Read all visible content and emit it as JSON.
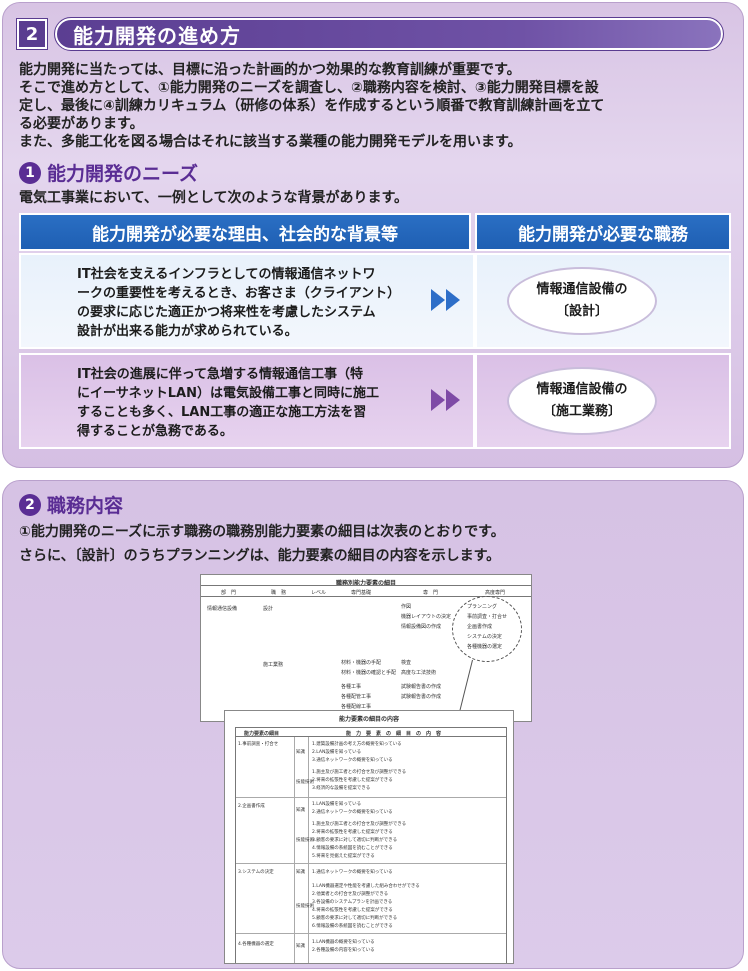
{
  "section": {
    "number": "2",
    "title": "能力開発の進め方",
    "intro": [
      "能力開発に当たっては、目標に沿った計画的かつ効果的な教育訓練が重要です。",
      "そこで進め方として、①能力開発のニーズを調査し、②職務内容を検討、③能力開発目標を設",
      "定し、最後に④訓練カリキュラム（研修の体系）を作成するという順番で教育訓練計画を立て",
      "る必要があります。",
      "また、多能工化を図る場合はそれに該当する業種の能力開発モデルを用います。"
    ]
  },
  "needs": {
    "number": "1",
    "title": "能力開発のニーズ",
    "description": "電気工事業において、一例として次のような背景があります。",
    "header_left": "能力開発が必要な理由、社会的な背景等",
    "header_right": "能力開発が必要な職務",
    "rows": [
      {
        "lines": [
          "IT社会を支えるインフラとしての情報通信ネットワ",
          "ークの重要性を考えるとき、お客さま（クライアント）",
          "の要求に応じた適正かつ将来性を考慮したシステム",
          "設計が出来る能力が求められている。"
        ],
        "job_line1": "情報通信設備の",
        "job_line2": "〔設計〕"
      },
      {
        "lines": [
          "IT社会の進展に伴って急増する情報通信工事（特",
          "にイーサネットLAN）は電気設備工事と同時に施工",
          "することも多く、LAN工事の適正な施工方法を習",
          "得することが急務である。"
        ],
        "job_line1": "情報通信設備の",
        "job_line2": "〔施工業務〕"
      }
    ]
  },
  "duties": {
    "number": "2",
    "title": "職務内容",
    "line1": "①能力開発のニーズに示す職務の職務別能力要素の細目は次表のとおりです。",
    "line2": "さらに、〔設計〕のうちプランニングは、能力要素の細目の内容を示します。"
  },
  "doc1": {
    "title": "職務別能力要素の細目",
    "headers": [
      "部　門",
      "職　務",
      "レベル",
      "専門基礎",
      "専　門",
      "高度専門"
    ],
    "dept": "情報通信設備",
    "job1": "設計",
    "job2": "施工業務",
    "col_pro": [
      "作図",
      "機器レイアウトの決定",
      "情報設備図の作成"
    ],
    "col_adv": [
      "プランニング",
      "事前調査・打合せ",
      "企画書作成",
      "システムの決定",
      "各種機器の選定"
    ],
    "col_basic2": [
      "材料・機器の手配",
      "材料・機器の確認と手配"
    ],
    "col_pro2": [
      "検査",
      "高度な工法技術"
    ],
    "col_basic3": [
      "各種工事",
      "各種配管工事",
      "各種配線工事"
    ],
    "col_pro3": [
      "試験報告書の作成",
      "試験報告書の作成"
    ]
  },
  "doc2": {
    "title": "能力要素の細目の内容",
    "header_left": "能力要素の細目",
    "header_right": "能　力　要　素　の　細　目　の　内　容",
    "blocks": [
      {
        "name": "1.事前調査・打合せ",
        "k1": "知識",
        "k2": "技能技術",
        "lines": [
          "1.建築設備計画の考え方の概要を知っている",
          "2.LAN設備を知っている",
          "3.通信ネットワークの概要を知っている",
          "1.施主及び施工者との打合せ及び調整ができる",
          "2.将来の拡張性を考慮した提案ができる",
          "3.経済的な設備を提案できる"
        ]
      },
      {
        "name": "2.企画書作成",
        "k1": "知識",
        "k2": "技能技術",
        "lines": [
          "1.LAN設備を知っている",
          "2.通信ネットワークの概要を知っている",
          "1.施主及び施工者との打合せ及び調整ができる",
          "2.将来の拡張性を考慮した提案ができる",
          "3.顧客の要求に対して適切に判断ができる",
          "4.情報設備の系統図を読むことができる",
          "5.将来を見据えた提案ができる"
        ]
      },
      {
        "name": "3.システムの決定",
        "k1": "知識",
        "k2": "技能技術",
        "lines": [
          "1.通信ネットワークの概要を知っている",
          "1.LAN機器選定や性能を考慮した組み合わせができる",
          "2.他業者との打合せ及び調整ができる",
          "3.各設備のシステムプランを計画できる",
          "4.将来の拡張性を考慮した提案ができる",
          "5.顧客の要求に対して適切に判断ができる",
          "6.情報設備の系統図を読むことができる"
        ]
      },
      {
        "name": "4.各種機器の選定",
        "k1": "知識",
        "k2": "",
        "lines": [
          "1.LAN機器の概要を知っている",
          "2.各種設備の内容を知っている"
        ]
      }
    ]
  },
  "colors": {
    "accent_purple": "#5a3c90",
    "header_blue": "#1f5fb3",
    "card_bg": "#dcc9ea"
  }
}
